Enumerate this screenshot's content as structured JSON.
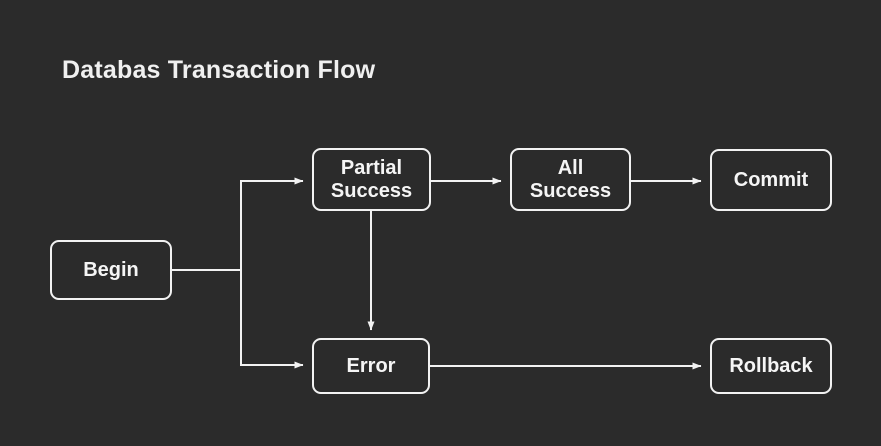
{
  "diagram": {
    "title": "Databas Transaction Flow",
    "background_color": "#2b2b2b",
    "stroke_color": "#f2f2f2",
    "text_color": "#f5f5f5",
    "nodes": [
      {
        "id": "begin",
        "label": "Begin"
      },
      {
        "id": "partial-success",
        "label": "Partial\nSuccess"
      },
      {
        "id": "all-success",
        "label": "All\nSuccess"
      },
      {
        "id": "commit",
        "label": "Commit"
      },
      {
        "id": "error",
        "label": "Error"
      },
      {
        "id": "rollback",
        "label": "Rollback"
      }
    ],
    "edges": [
      {
        "from": "begin",
        "to": "partial-success",
        "label": ""
      },
      {
        "from": "begin",
        "to": "error",
        "label": ""
      },
      {
        "from": "partial-success",
        "to": "all-success",
        "label": ""
      },
      {
        "from": "partial-success",
        "to": "error",
        "label": ""
      },
      {
        "from": "all-success",
        "to": "commit",
        "label": ""
      },
      {
        "from": "error",
        "to": "rollback",
        "label": ""
      }
    ]
  }
}
